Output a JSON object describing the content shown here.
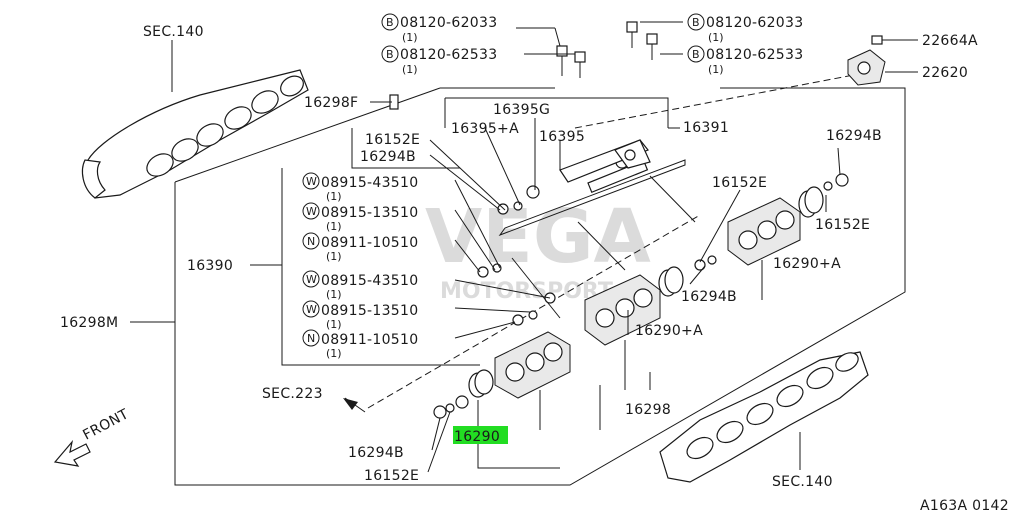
{
  "title": "",
  "watermark": {
    "text": "VEGA",
    "sub": "MOTORSPORT"
  },
  "diagram_id": "A163A 0142",
  "labels": {
    "sec140_top": "SEC.140",
    "sec140_bottom": "SEC.140",
    "sec223": "SEC.223",
    "front": "FRONT",
    "p16298f": "16298F",
    "p16298m": "16298M",
    "p16390": "16390",
    "p16391": "16391",
    "p16395g": "16395G",
    "p16395a": "16395+A",
    "p16395": "16395",
    "p16152e_a": "16152E",
    "p16294b_a": "16294B",
    "p16152e_b": "16152E",
    "p16152e_c": "16152E",
    "p16294b_b": "16294B",
    "p16294b_c": "16294B",
    "p16290a_right": "16290+A",
    "p16290a_mid": "16290+A",
    "p16298": "16298",
    "p16290": "16290",
    "p16294b_d": "16294B",
    "p16152e_d": "16152E",
    "p22664a": "22664A",
    "p22620": "22620"
  },
  "bolts": [
    {
      "prefix": "B",
      "number": "08120-62033",
      "qty": "(1)"
    },
    {
      "prefix": "B",
      "number": "08120-62533",
      "qty": "(1)"
    },
    {
      "prefix": "B",
      "number": "08120-62033",
      "qty": "(1)"
    },
    {
      "prefix": "B",
      "number": "08120-62533",
      "qty": "(1)"
    }
  ],
  "washer_nut_list": [
    {
      "prefix": "W",
      "number": "08915-43510",
      "qty": "(1)"
    },
    {
      "prefix": "W",
      "number": "08915-13510",
      "qty": "(1)"
    },
    {
      "prefix": "N",
      "number": "08911-10510",
      "qty": "(1)"
    },
    {
      "prefix": "W",
      "number": "08915-43510",
      "qty": "(1)"
    },
    {
      "prefix": "W",
      "number": "08915-13510",
      "qty": "(1)"
    },
    {
      "prefix": "N",
      "number": "08911-10510",
      "qty": "(1)"
    }
  ],
  "highlight": {
    "part": "16290",
    "color": "#22dd22"
  },
  "colors": {
    "ink": "#1a1a1a",
    "background": "#ffffff",
    "watermark": "#d8d8d8"
  }
}
